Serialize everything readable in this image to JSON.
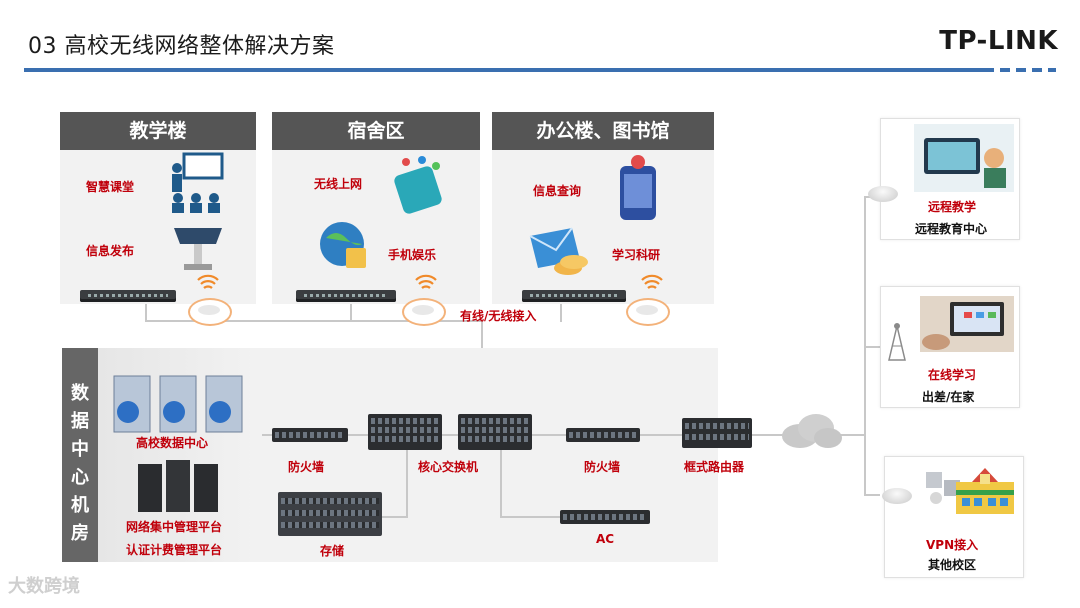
{
  "header": {
    "title": "03 高校无线网络整体解决方案",
    "brand": "TP-LINK"
  },
  "zones": {
    "teaching": {
      "title": "教学楼",
      "item1": "智慧课堂",
      "item2": "信息发布"
    },
    "dorm": {
      "title": "宿舍区",
      "item1": "无线上网",
      "item2": "手机娱乐"
    },
    "office": {
      "title": "办公楼、图书馆",
      "item1": "信息查询",
      "item2": "学习科研"
    },
    "access_label": "有线/无线接入"
  },
  "datacenter": {
    "label": [
      "数",
      "据",
      "中",
      "心",
      "机",
      "房"
    ],
    "campus_dc": "高校数据中心",
    "mgmt1": "网络集中管理平台",
    "mgmt2": "认证计费管理平台",
    "firewall_left": "防火墙",
    "core_switch": "核心交换机",
    "firewall_right": "防火墙",
    "chassis_router": "框式路由器",
    "storage": "存储",
    "ac": "AC"
  },
  "remote": {
    "box1": {
      "label": "远程教学",
      "sub": "远程教育中心"
    },
    "box2": {
      "label": "在线学习",
      "sub": "出差/在家"
    },
    "box3": {
      "label": "VPN接入",
      "sub": "其他校区"
    }
  },
  "watermark": "大数跨境",
  "colors": {
    "accent_blue": "#3a6fb0",
    "header_gray": "#555555",
    "label_red": "#c0000b"
  }
}
